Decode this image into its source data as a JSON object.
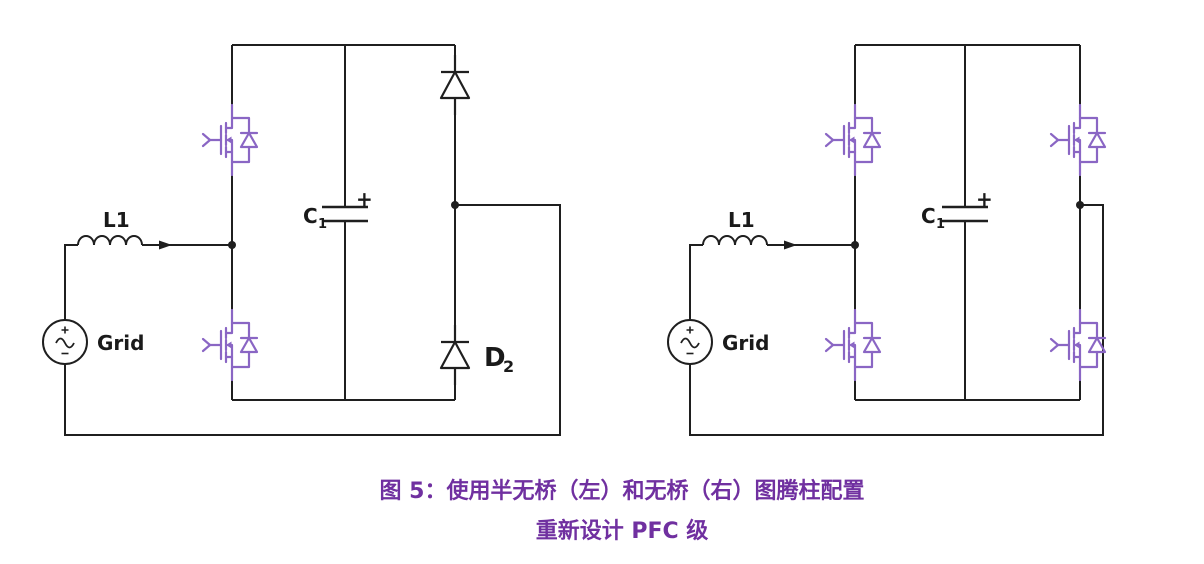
{
  "caption": {
    "line1": "图 5：使用半无桥（左）和无桥（右）图腾柱配置",
    "line2": "重新设计 PFC 级"
  },
  "left_circuit": {
    "inductor_label": "L1",
    "source_label": "Grid",
    "capacitor_label": "C",
    "capacitor_subscript": "1",
    "capacitor_polarity": "+",
    "diode_label": "D",
    "diode_subscript": "2"
  },
  "right_circuit": {
    "inductor_label": "L1",
    "source_label": "Grid",
    "capacitor_label": "C",
    "capacitor_subscript": "1",
    "capacitor_polarity": "+"
  },
  "colors": {
    "wire": "#1f1f1f",
    "mosfet": "#8a66c4",
    "diode": "#1f1f1f",
    "caption": "#7030a0",
    "background": "#ffffff"
  }
}
